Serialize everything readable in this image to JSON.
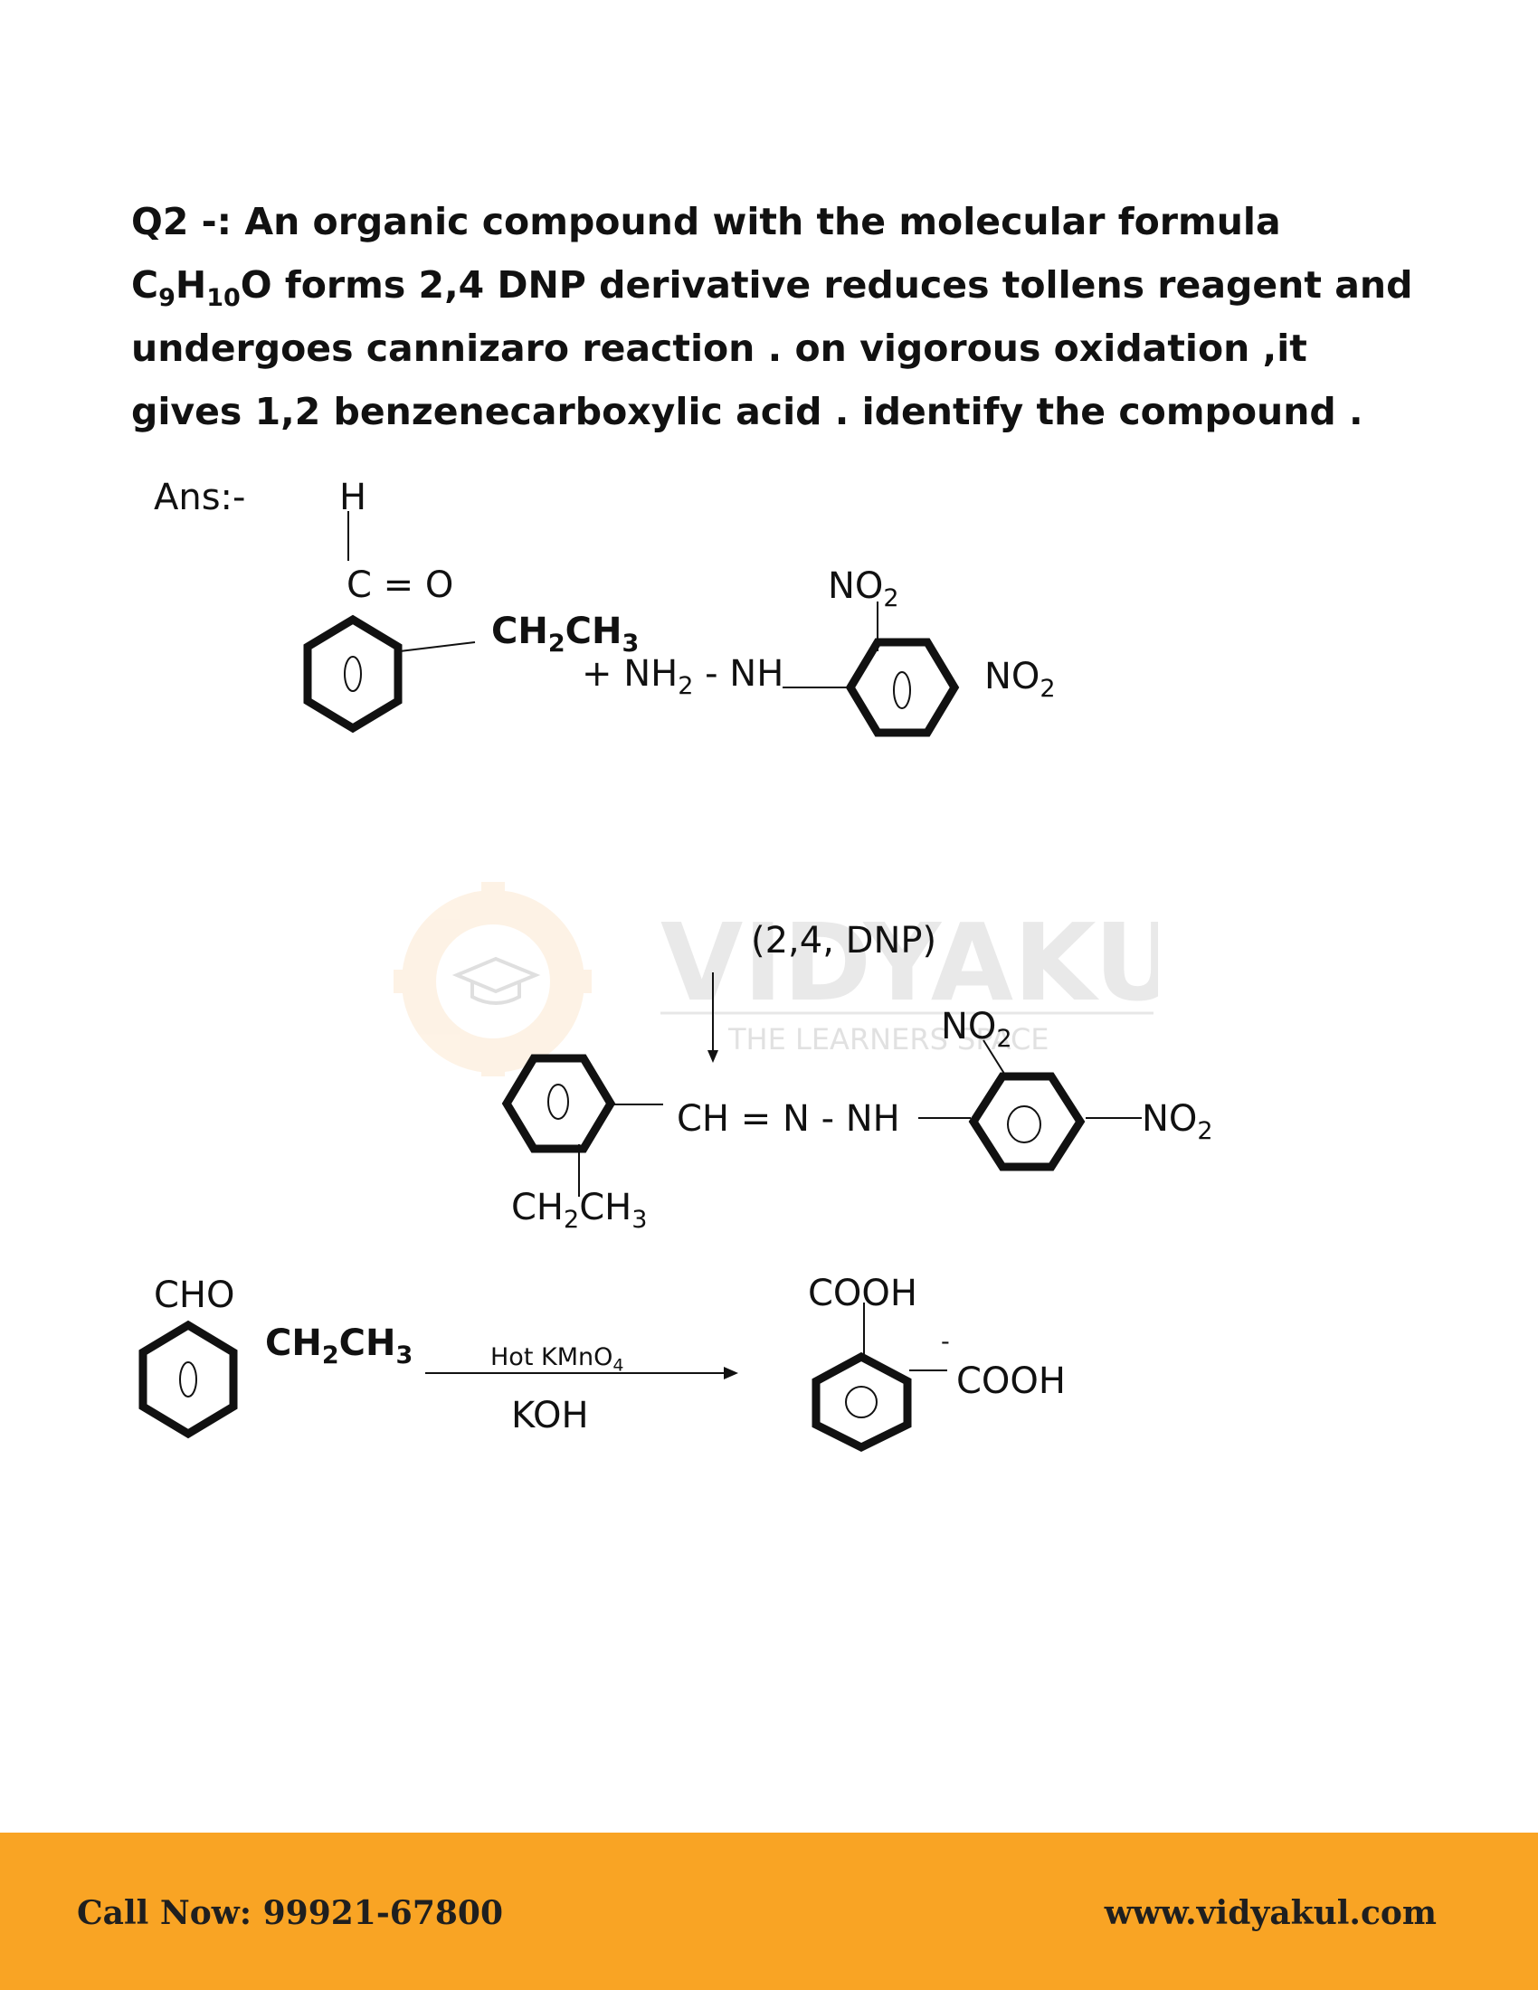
{
  "question": {
    "prefix": "Q2 -:   An organic compound with the molecular formula C",
    "sub1": "9",
    "mid1": "H",
    "sub2": "10",
    "rest": "O forms 2,4  DNP derivative reduces tollens reagent and undergoes cannizaro reaction . on vigorous  oxidation ,it gives 1,2 benzenecarboxylic acid . identify the compound ."
  },
  "answer_label": "Ans:-",
  "chem": {
    "h": "H",
    "co": "C = O",
    "ch2ch3_a": "CH2CH3",
    "hydrazine": "+ NH2 - NH",
    "no2": "NO2",
    "dnp_label": "(2,4, DNP)",
    "hydrazone_link": "CH = N - NH",
    "cho": "CHO",
    "reagent_top": "Hot KMnO4",
    "reagent_bottom": "KOH",
    "cooh": "COOH",
    "minus": "-"
  },
  "watermark": {
    "brand": "VIDYAKUL",
    "tagline": "THE LEARNERS SPACE",
    "color": "#f4a23c"
  },
  "footer": {
    "call": "Call Now: 99921-67800",
    "website": "www.vidyakul.com",
    "background": "#f9a424"
  }
}
